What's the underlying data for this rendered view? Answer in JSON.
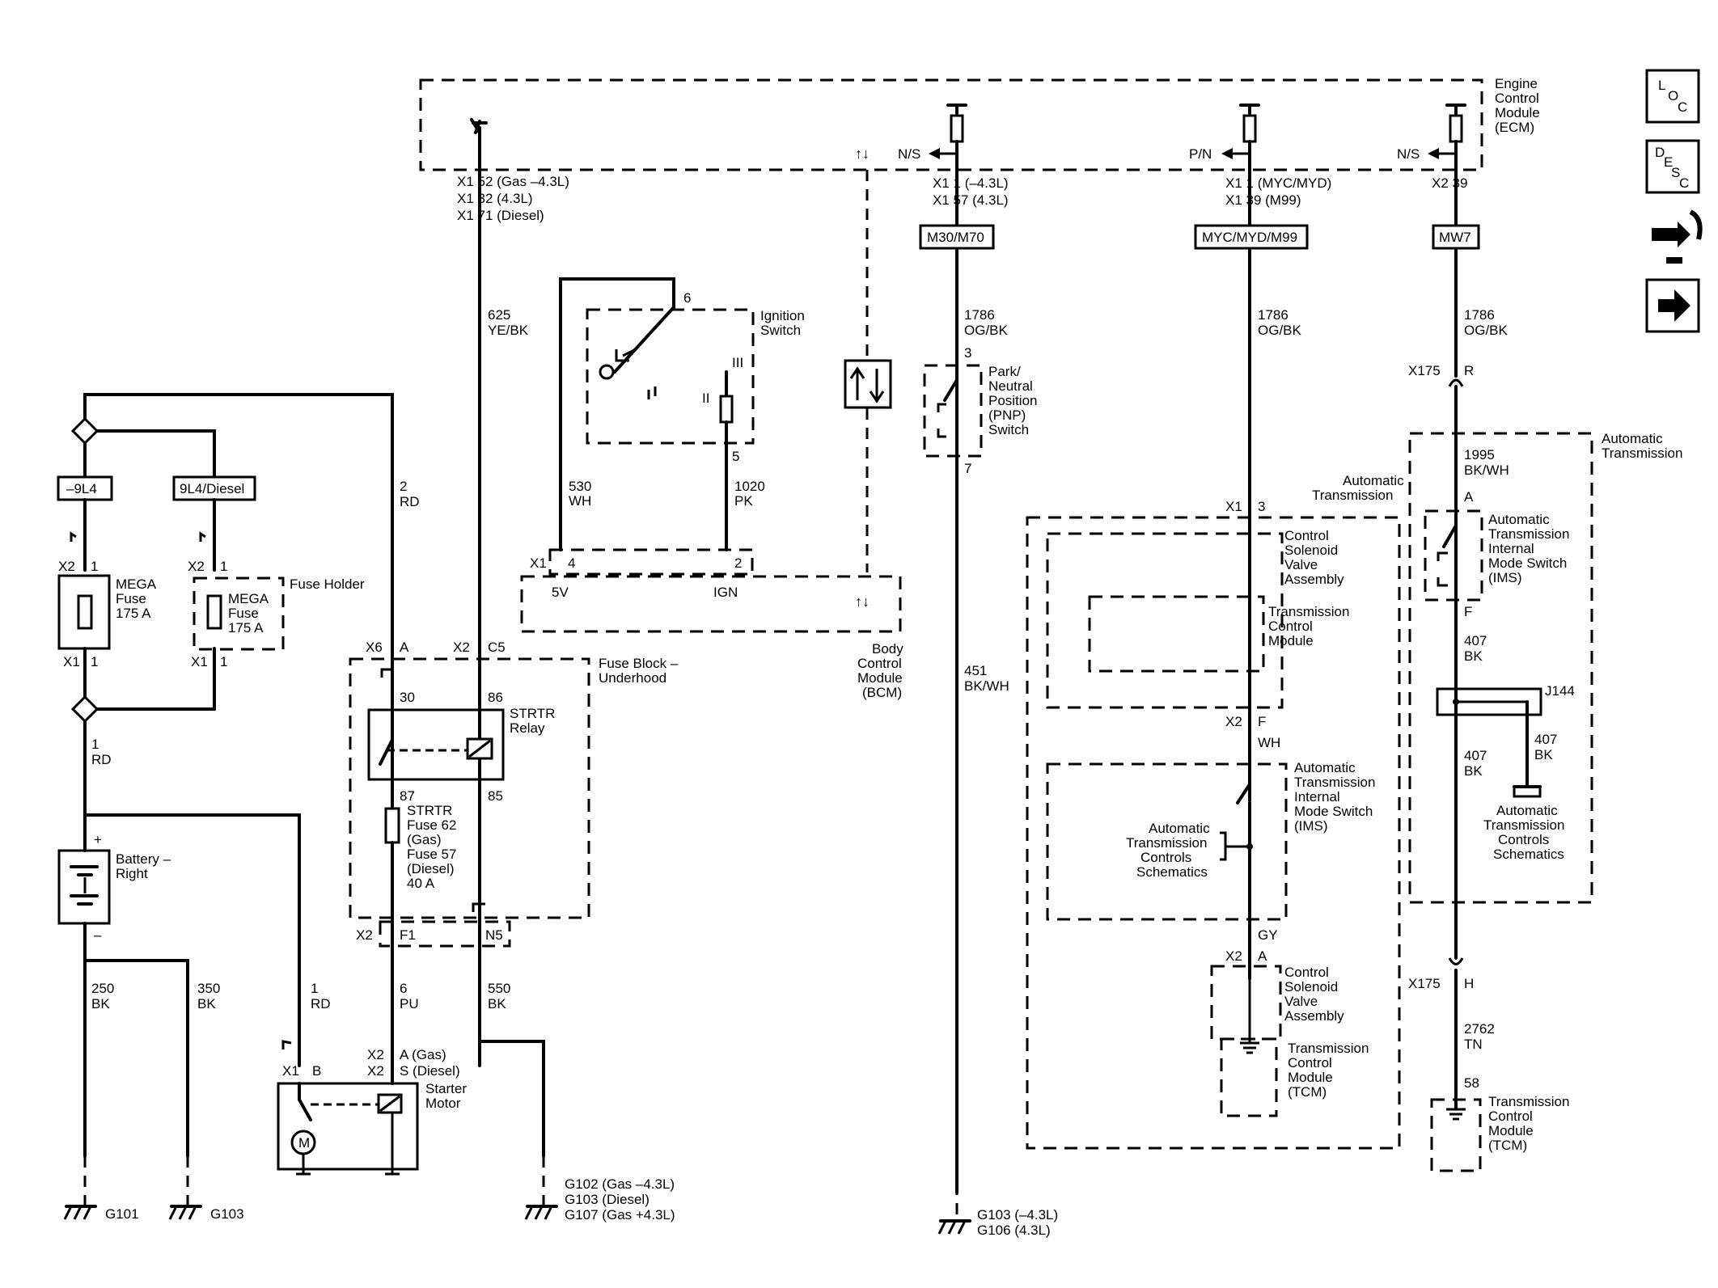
{
  "ecm": {
    "title_lines": [
      "Engine",
      "Control",
      "Module",
      "(ECM)"
    ]
  },
  "ecm_pin_625": {
    "lines": [
      "X1  52 (Gas –4.3L)",
      "X1  32 (4.3L)",
      "X1  71 (Diesel)"
    ]
  },
  "wire_625": {
    "lines": [
      "625",
      "YE/BK"
    ]
  },
  "ns1": {
    "label": "N/S",
    "lines": [
      "X1  1 (–4.3L)",
      "X1  57 (4.3L)"
    ],
    "tag": "M30/M70",
    "wire": [
      "1786",
      "OG/BK"
    ]
  },
  "pn": {
    "label": "P/N",
    "lines": [
      "X1  1 (MYC/MYD)",
      "X1  39 (M99)"
    ],
    "tag": "MYC/MYD/M99",
    "wire": [
      "1786",
      "OG/BK"
    ]
  },
  "ns2": {
    "label": "N/S",
    "lines": [
      "X2  39"
    ],
    "tag": "MW7",
    "wire": [
      "1786",
      "OG/BK"
    ]
  },
  "ignition": {
    "name": [
      "Ignition",
      "Switch"
    ],
    "pin6": "6",
    "pin5": "5",
    "pos3": "III",
    "pos2": "II",
    "pos1": "I",
    "wire530": [
      "530",
      "WH"
    ],
    "wire1020": [
      "1020",
      "PK"
    ]
  },
  "bcm": {
    "name": [
      "Body",
      "Control",
      "Module",
      "(BCM)"
    ],
    "x1": "X1",
    "p4": "4",
    "p2": "2",
    "v5": "5V",
    "ign": "IGN"
  },
  "fuses": {
    "tag1": "–9L4",
    "tag2": "9L4/Diesel",
    "mega1": [
      "MEGA",
      "Fuse",
      "175 A"
    ],
    "mega2": [
      "MEGA",
      "Fuse",
      "175 A"
    ],
    "holder": "Fuse Holder",
    "x2a": "X2",
    "x2b": "X2",
    "x1a": "X1",
    "x1b": "X1",
    "one": "1"
  },
  "battery": {
    "name": [
      "Battery –",
      "Right"
    ],
    "plus": "+",
    "minus": "–"
  },
  "wires_left": {
    "w1": [
      "1",
      "RD"
    ],
    "w2": [
      "2",
      "RD"
    ],
    "w250": [
      "250",
      "BK"
    ],
    "w350": [
      "350",
      "BK"
    ],
    "w1b": [
      "1",
      "RD"
    ],
    "w6": [
      "6",
      "PU"
    ],
    "w550": [
      "550",
      "BK"
    ]
  },
  "fuse_block": {
    "name": [
      "Fuse Block –",
      "Underhood"
    ],
    "x6": "X6",
    "a": "A",
    "x2": "X2",
    "c5": "C5",
    "p30": "30",
    "p86": "86",
    "p87": "87",
    "p85": "85",
    "relay": [
      "STRTR",
      "Relay"
    ],
    "fuse": [
      "STRTR",
      "Fuse 62",
      "(Gas)",
      "Fuse 57",
      "(Diesel)",
      "40 A"
    ],
    "x2b": "X2",
    "f1": "F1",
    "n5": "N5"
  },
  "starter": {
    "name": [
      "Starter",
      "Motor"
    ],
    "x1": "X1",
    "b": "B",
    "x2a": "X2",
    "x2b": "X2",
    "a": "A (Gas)",
    "s": "S (Diesel)",
    "m": "M"
  },
  "grounds": {
    "g101": "G101",
    "g103": "G103",
    "g102": [
      "G102 (Gas –4.3L)",
      "G103 (Diesel)",
      "G107 (Gas +4.3L)"
    ],
    "g103b": [
      "G103 (–4.3L)",
      "G106 (4.3L)"
    ]
  },
  "pnp": {
    "name": [
      "Park/",
      "Neutral",
      "Position",
      "(PNP)",
      "Switch"
    ],
    "p3": "3",
    "p7": "7",
    "wire": [
      "451",
      "BK/WH"
    ]
  },
  "at_mid": {
    "name": [
      "Automatic",
      "Transmission"
    ],
    "x1": "X1",
    "p3": "3",
    "csv": [
      "Control",
      "Solenoid",
      "Valve",
      "Assembly"
    ],
    "tcm": [
      "Transmission",
      "Control",
      "Module"
    ],
    "x2": "X2",
    "f": "F",
    "wh": "WH",
    "ims": [
      "Automatic",
      "Transmission",
      "Internal",
      "Mode Switch",
      "(IMS)"
    ],
    "atcs": [
      "Automatic",
      "Transmission",
      "Controls",
      "Schematics"
    ],
    "gy": "GY",
    "x2b": "X2",
    "a": "A",
    "csv2": [
      "Control",
      "Solenoid",
      "Valve",
      "Assembly"
    ],
    "tcm2": [
      "Transmission",
      "Control",
      "Module",
      "(TCM)"
    ]
  },
  "at_right": {
    "x175a": "X175",
    "r": "R",
    "name": [
      "Automatic",
      "Transmission"
    ],
    "wire1995": [
      "1995",
      "BK/WH"
    ],
    "a": "A",
    "ims": [
      "Automatic",
      "Transmission",
      "Internal",
      "Mode Switch",
      "(IMS)"
    ],
    "f": "F",
    "w407a": [
      "407",
      "BK"
    ],
    "j144": "J144",
    "w407b": [
      "407",
      "BK"
    ],
    "w407c": [
      "407",
      "BK"
    ],
    "atcs": [
      "Automatic",
      "Transmission",
      "Controls",
      "Schematics"
    ],
    "x175b": "X175",
    "h": "H",
    "w2762": [
      "2762",
      "TN"
    ],
    "p58": "58",
    "tcm": [
      "Transmission",
      "Control",
      "Module",
      "(TCM)"
    ]
  },
  "side": {
    "loc": [
      "L",
      "O",
      "C"
    ],
    "desc": [
      "D",
      "E",
      "S",
      "C"
    ],
    "icons": [
      "connector-icon",
      "arrow-right-icon"
    ]
  }
}
